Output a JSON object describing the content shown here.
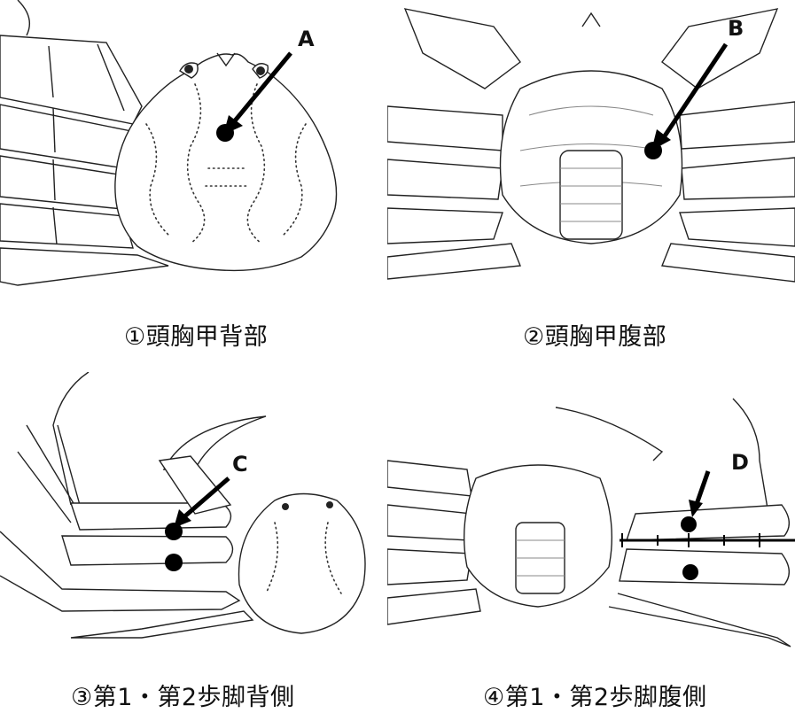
{
  "panels": [
    {
      "id": "dorsal-carapace",
      "caption": "①頭胸甲背部",
      "marker": "A"
    },
    {
      "id": "ventral-carapace",
      "caption": "②頭胸甲腹部",
      "marker": "B"
    },
    {
      "id": "legs-dorsal",
      "caption": "③第1・第2歩脚背側",
      "marker": "C"
    },
    {
      "id": "legs-ventral",
      "caption": "④第1・第2歩脚腹側",
      "marker": "D"
    }
  ],
  "colors": {
    "line": "#222222",
    "dot": "#000000",
    "background": "#ffffff"
  }
}
